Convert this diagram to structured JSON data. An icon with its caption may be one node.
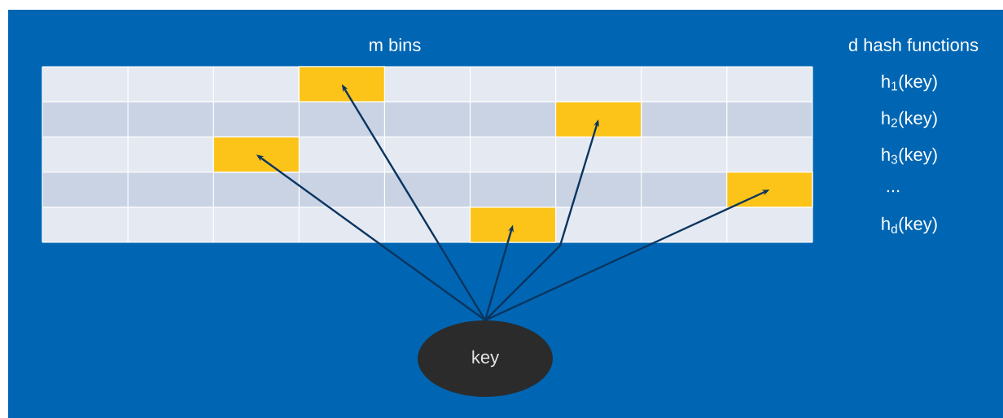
{
  "diagram": {
    "nodes": [
      {
        "text": [],
        "shape": "box"
      },
      {
        "text": [],
        "shape": "box"
      },
      {
        "text": [],
        "shape": "box"
      },
      {
        "text": [],
        "shape": "box"
      },
      {
        "text": [],
        "shape": "box"
      },
      {
        "text": [
          "key"
        ]
      }
    ],
    "edges": [
      {
        "from": 5,
        "to": 0,
        "arrow": "to"
      },
      {
        "from": 5,
        "to": 1,
        "arrow": "to"
      },
      {
        "from": 5,
        "to": 2,
        "arrow": "to"
      },
      {
        "from": 5,
        "to": 3,
        "arrow": "to"
      },
      {
        "from": 5,
        "to": 4,
        "arrow": "to"
      }
    ],
    "labels": [
      "m bins",
      "d hash functions",
      "h$_{1}$(key)",
      "h$_{2}$(key)",
      "h$_{3}$(key)",
      "...",
      "h$_{d}$(key)"
    ]
  }
}
